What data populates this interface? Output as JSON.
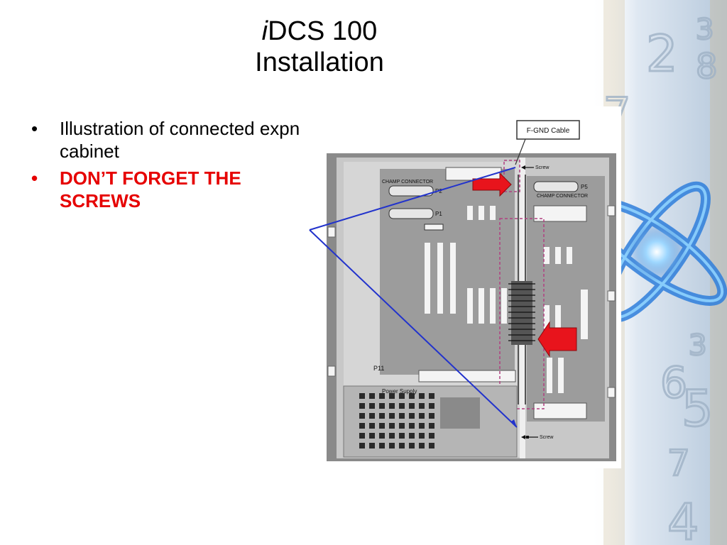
{
  "title": {
    "prefix": "i",
    "line1": "DCS 100",
    "line2": "Installation"
  },
  "bullets": [
    {
      "marker": "•",
      "text": "Illustration of connected expn cabinet"
    },
    {
      "marker": "•",
      "text": "DON’T FORGET THE SCREWS"
    }
  ],
  "diagram": {
    "callout": "F-GND Cable",
    "screw_top": "Screw",
    "screw_bottom": "Screw",
    "champ_left": "CHAMP CONNECTOR",
    "p2": "P2",
    "p1": "P1",
    "p5": "P5",
    "champ_right": "CHAMP CONNECTOR",
    "p11": "P11",
    "power_supply": "Power Supply"
  },
  "decor_digits": [
    "3",
    "8",
    "2",
    "7",
    "6",
    "3",
    "5",
    "7",
    "4"
  ],
  "colors": {
    "bullet_red": "#e60000",
    "pointer_line": "#2233cc",
    "arrow": "#e8141c"
  }
}
